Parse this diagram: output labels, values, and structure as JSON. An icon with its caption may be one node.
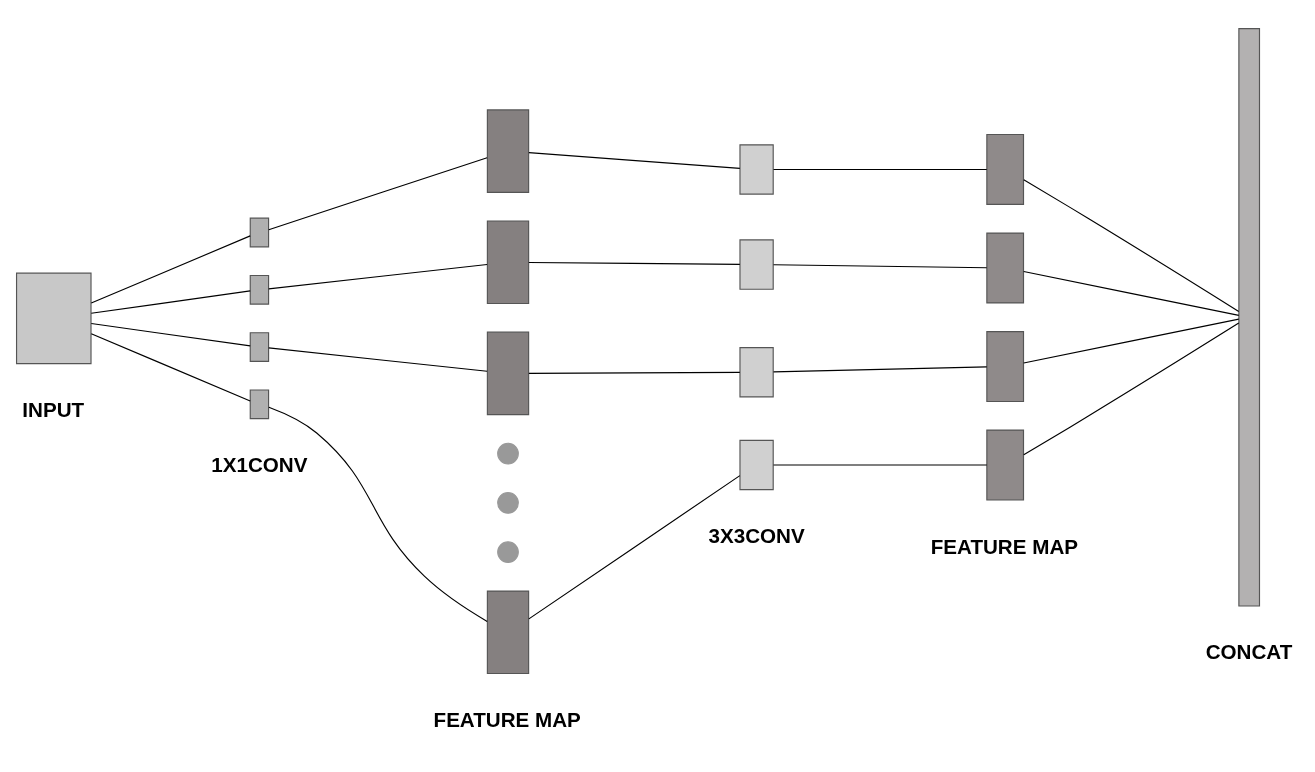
{
  "diagram": {
    "nodes": [
      {
        "text": [],
        "shape": "box",
        "beside": [
          "INPUT"
        ]
      },
      {
        "text": [],
        "shape": "box"
      },
      {
        "text": [],
        "shape": "box"
      },
      {
        "text": [],
        "shape": "box"
      },
      {
        "text": [],
        "shape": "box"
      },
      {
        "text": [],
        "shape": "box"
      },
      {
        "text": [],
        "shape": "box"
      },
      {
        "text": [],
        "shape": "box"
      },
      {
        "text": [],
        "shape": "box"
      },
      {
        "text": [],
        "shape": "box"
      },
      {
        "text": [],
        "shape": "box"
      },
      {
        "text": [],
        "shape": "box"
      },
      {
        "text": [],
        "shape": "box"
      },
      {
        "text": [],
        "shape": "box"
      },
      {
        "text": [],
        "shape": "box"
      },
      {
        "text": [],
        "shape": "box"
      },
      {
        "text": [],
        "shape": "box"
      },
      {
        "text": [],
        "shape": "bar",
        "beside": [
          "CONCAT"
        ]
      },
      {
        "text": [],
        "shape": "circle"
      },
      {
        "text": [],
        "shape": "circle"
      },
      {
        "text": [],
        "shape": "circle"
      }
    ],
    "edges": [
      {
        "from": 0,
        "to": 1,
        "arrow": "none"
      },
      {
        "from": 0,
        "to": 5,
        "arrow": "none"
      },
      {
        "from": 0,
        "to": 9,
        "arrow": "none"
      },
      {
        "from": 0,
        "to": 13,
        "arrow": "none"
      },
      {
        "from": 1,
        "to": 2,
        "arrow": "none"
      },
      {
        "from": 2,
        "to": 3,
        "arrow": "none"
      },
      {
        "from": 3,
        "to": 4,
        "arrow": "none"
      },
      {
        "from": 4,
        "to": 17,
        "arrow": "none"
      },
      {
        "from": 5,
        "to": 6,
        "arrow": "none"
      },
      {
        "from": 6,
        "to": 7,
        "arrow": "none"
      },
      {
        "from": 7,
        "to": 8,
        "arrow": "none"
      },
      {
        "from": 8,
        "to": 17,
        "arrow": "none"
      },
      {
        "from": 9,
        "to": 10,
        "arrow": "none"
      },
      {
        "from": 10,
        "to": 11,
        "arrow": "none"
      },
      {
        "from": 11,
        "to": 12,
        "arrow": "none"
      },
      {
        "from": 12,
        "to": 17,
        "arrow": "none"
      },
      {
        "from": 13,
        "to": 14,
        "arrow": "none"
      },
      {
        "from": 14,
        "to": 15,
        "arrow": "none"
      },
      {
        "from": 15,
        "to": 16,
        "arrow": "none"
      },
      {
        "from": 16,
        "to": 17,
        "arrow": "none"
      }
    ],
    "labels": [
      "FEATURE MAP",
      "FEATURE MAP",
      "1X1CONV",
      "3X3CONV"
    ]
  }
}
